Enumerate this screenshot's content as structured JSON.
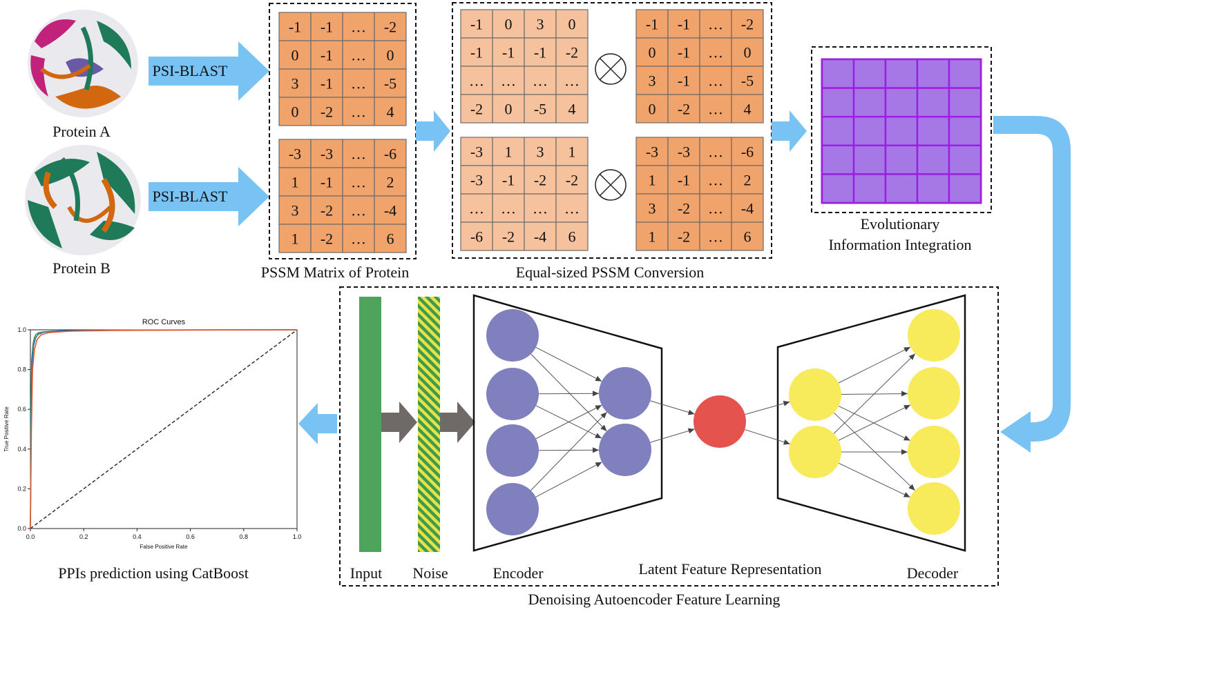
{
  "colors": {
    "cell_dark": "#f0a36a",
    "cell_light": "#f6c29d",
    "cell_border": "#6a6a6a",
    "arrow_blue": "#79c3f4",
    "purple_fill": "#a678e6",
    "purple_border": "#9a1fe0",
    "encoder_node": "#8080bf",
    "latent_node": "#e5534f",
    "decoder_node": "#f7eb5b",
    "input_bar": "#4ea45a",
    "noise_stripe": "#e7e24a",
    "gray_arrow": "#6f6a68",
    "roc_curve": "#e2592d"
  },
  "proteins": {
    "a_label": "Protein A",
    "b_label": "Protein B",
    "psi_blast_a": "PSI-BLAST",
    "psi_blast_b": "PSI-BLAST",
    "icon": "protein-structure-icon"
  },
  "pssm": {
    "caption": "PSSM Matrix of Protein",
    "matrix_a": [
      [
        "-1",
        "-1",
        "…",
        "-2"
      ],
      [
        "0",
        "-1",
        "…",
        "0"
      ],
      [
        "3",
        "-1",
        "…",
        "-5"
      ],
      [
        "0",
        "-2",
        "…",
        "4"
      ]
    ],
    "matrix_b": [
      [
        "-3",
        "-3",
        "…",
        "-6"
      ],
      [
        "1",
        "-1",
        "…",
        "2"
      ],
      [
        "3",
        "-2",
        "…",
        "-4"
      ],
      [
        "1",
        "-2",
        "…",
        "6"
      ]
    ]
  },
  "conversion": {
    "caption": "Equal-sized PSSM Conversion",
    "operator": "⊗",
    "left_a": [
      [
        "-1",
        "0",
        "3",
        "0"
      ],
      [
        "-1",
        "-1",
        "-1",
        "-2"
      ],
      [
        "…",
        "…",
        "…",
        "…"
      ],
      [
        "-2",
        "0",
        "-5",
        "4"
      ]
    ],
    "right_a": [
      [
        "-1",
        "-1",
        "…",
        "-2"
      ],
      [
        "0",
        "-1",
        "…",
        "0"
      ],
      [
        "3",
        "-1",
        "…",
        "-5"
      ],
      [
        "0",
        "-2",
        "…",
        "4"
      ]
    ],
    "left_b": [
      [
        "-3",
        "1",
        "3",
        "1"
      ],
      [
        "-3",
        "-1",
        "-2",
        "-2"
      ],
      [
        "…",
        "…",
        "…",
        "…"
      ],
      [
        "-6",
        "-2",
        "-4",
        "6"
      ]
    ],
    "right_b": [
      [
        "-3",
        "-3",
        "…",
        "-6"
      ],
      [
        "1",
        "-1",
        "…",
        "2"
      ],
      [
        "3",
        "-2",
        "…",
        "-4"
      ],
      [
        "1",
        "-2",
        "…",
        "6"
      ]
    ]
  },
  "evolution": {
    "caption_line1": "Evolutionary",
    "caption_line2": "Information  Integration",
    "grid_rows": 5,
    "grid_cols": 5
  },
  "autoencoder": {
    "caption": "Denoising Autoencoder Feature Learning",
    "input_label": "Input",
    "noise_label": "Noise",
    "encoder_label": "Encoder",
    "latent_label": "Latent  Feature  Representation",
    "decoder_label": "Decoder",
    "encoder_layers": [
      4,
      2
    ],
    "latent_nodes": 1,
    "decoder_layers": [
      2,
      4
    ]
  },
  "prediction": {
    "caption": "PPIs prediction  using CatBoost"
  },
  "chart_data": {
    "type": "line",
    "title": "ROC Curves",
    "xlabel": "False Positive Rate",
    "ylabel": "True Positive Rate",
    "xlim": [
      0,
      1
    ],
    "ylim": [
      0,
      1
    ],
    "xticks": [
      "0.0",
      "0.2",
      "0.4",
      "0.6",
      "0.8",
      "1.0"
    ],
    "yticks": [
      "0.0",
      "0.2",
      "0.4",
      "0.6",
      "0.8",
      "1.0"
    ],
    "grid": false,
    "series": [
      {
        "x": [
          0,
          0.002,
          0.005,
          0.01,
          0.015,
          0.02,
          0.03,
          0.05,
          0.08,
          0.12,
          0.2,
          0.4,
          0.7,
          1.0
        ],
        "y": [
          0,
          0.6,
          0.85,
          0.93,
          0.96,
          0.975,
          0.985,
          0.99,
          0.993,
          0.995,
          0.997,
          0.999,
          1.0,
          1.0
        ]
      },
      {
        "x": [
          0,
          0.003,
          0.006,
          0.012,
          0.02,
          0.03,
          0.05,
          0.1,
          0.2,
          0.5,
          1.0
        ],
        "y": [
          0,
          0.55,
          0.82,
          0.92,
          0.96,
          0.978,
          0.988,
          0.994,
          0.997,
          0.999,
          1.0
        ]
      },
      {
        "x": [
          0,
          0.004,
          0.008,
          0.015,
          0.025,
          0.04,
          0.07,
          0.15,
          0.3,
          0.6,
          1.0
        ],
        "y": [
          0,
          0.5,
          0.8,
          0.9,
          0.95,
          0.975,
          0.986,
          0.993,
          0.997,
          0.999,
          1.0
        ]
      }
    ],
    "reference_line": {
      "x": [
        0,
        1
      ],
      "y": [
        0,
        1
      ]
    }
  }
}
